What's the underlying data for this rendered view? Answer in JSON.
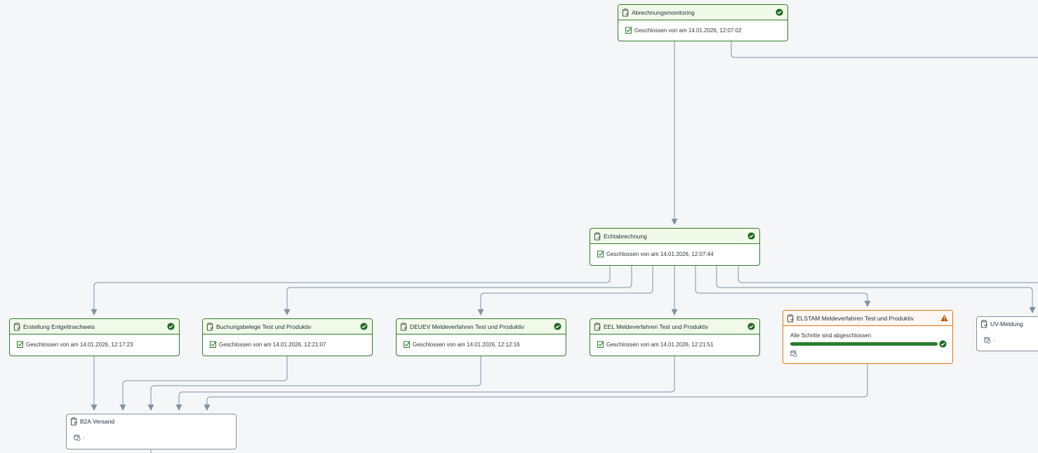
{
  "colors": {
    "success": "#2b7d2b",
    "warning": "#e9730c",
    "connector": "#7f93a8",
    "header_success": "#f1fae9",
    "header_warning": "#fef7f1"
  },
  "nodes": {
    "abrechnungsmonitoring": {
      "title": "Abrechnungsmonitoring",
      "status_icon": "success-check-icon",
      "status": "Geschlossen von am 14.01.2026, 12:07:02"
    },
    "echtabrechnung": {
      "title": "Echtabrechnung",
      "status_icon": "success-check-icon",
      "status": "Geschlossen von am 14.01.2026, 12:07:44"
    },
    "erstellung_entgeltnachweis": {
      "title": "Erstellung Entgeltnachweis",
      "status_icon": "success-check-icon",
      "status": "Geschlossen von am 14.01.2026, 12:17:23"
    },
    "buchungsbelege": {
      "title": "Buchungsbelege Test und Produktiv",
      "status_icon": "success-check-icon",
      "status": "Geschlossen von am 14.01.2026, 12:21:07"
    },
    "deuev": {
      "title": "DEUEV Meldeverfahren Test und Produktiv",
      "status_icon": "success-check-icon",
      "status": "Geschlossen von am 14.01.2026, 12:12:16"
    },
    "eel": {
      "title": "EEL Meldeverfahren Test und Produktiv",
      "status_icon": "success-check-icon",
      "status": "Geschlossen von am 14.01.2026, 12:21:51"
    },
    "elstam": {
      "title": "ELSTAM Meldeverfahren Test und Produktiv",
      "status_icon": "warning-triangle-icon",
      "progress_label": "Alle Schritte sind abgeschlossen",
      "progress": 1.0
    },
    "uv_meldung": {
      "title": "UV-Meldung",
      "pending": "-"
    },
    "b2a_versand": {
      "title": "B2A Versand",
      "pending": "-"
    }
  }
}
